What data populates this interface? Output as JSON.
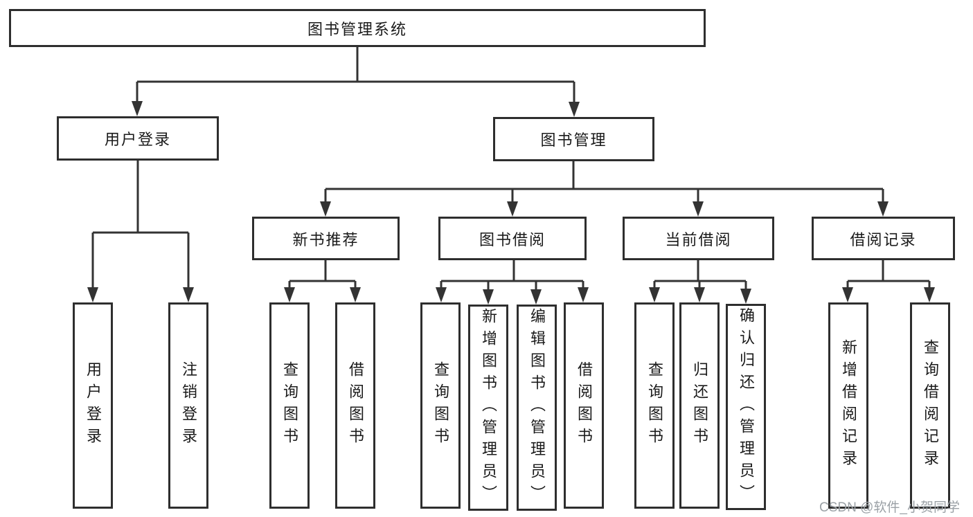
{
  "diagram": {
    "root": {
      "label": "图书管理系统",
      "children": [
        {
          "label": "用户登录",
          "children": [
            {
              "label": "用户登录"
            },
            {
              "label": "注销登录"
            }
          ]
        },
        {
          "label": "图书管理",
          "children": [
            {
              "label": "新书推荐",
              "children": [
                {
                  "label": "查询图书"
                },
                {
                  "label": "借阅图书"
                }
              ]
            },
            {
              "label": "图书借阅",
              "children": [
                {
                  "label": "查询图书"
                },
                {
                  "label": "新增图书（管理员）"
                },
                {
                  "label": "编辑图书（管理员）"
                },
                {
                  "label": "借阅图书"
                }
              ]
            },
            {
              "label": "当前借阅",
              "children": [
                {
                  "label": "查询图书"
                },
                {
                  "label": "归还图书"
                },
                {
                  "label": "确认归还（管理员）"
                }
              ]
            },
            {
              "label": "借阅记录",
              "children": [
                {
                  "label": "新增借阅记录"
                },
                {
                  "label": "查询借阅记录"
                }
              ]
            }
          ]
        }
      ]
    }
  },
  "watermark": {
    "text": "CSDN @软件_小贺同学"
  },
  "colors": {
    "line": "#333333",
    "box_border": "#2e2e2e",
    "box_fill": "#ffffff",
    "text": "#1a1a1a",
    "background": "#ffffff",
    "watermark": "#9ba1a6"
  }
}
